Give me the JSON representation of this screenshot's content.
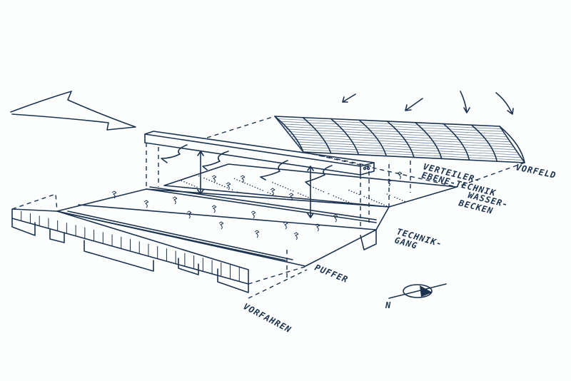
{
  "labels": {
    "vorfeld": "VORFELD",
    "verteilerebene_1": "VERTEILER-",
    "verteilerebene_2": "EBENE-TECHNIK",
    "wasserbecken_1": "WASSER-",
    "wasserbecken_2": "BECKEN",
    "technikgang_1": "TECHNIK-",
    "technikgang_2": "GANG",
    "puffer": "PUFFER",
    "vorfahren": "VORFAHREN",
    "north": "N"
  },
  "colors": {
    "ink": "#1c3350",
    "paper": "#fcfdfd"
  }
}
